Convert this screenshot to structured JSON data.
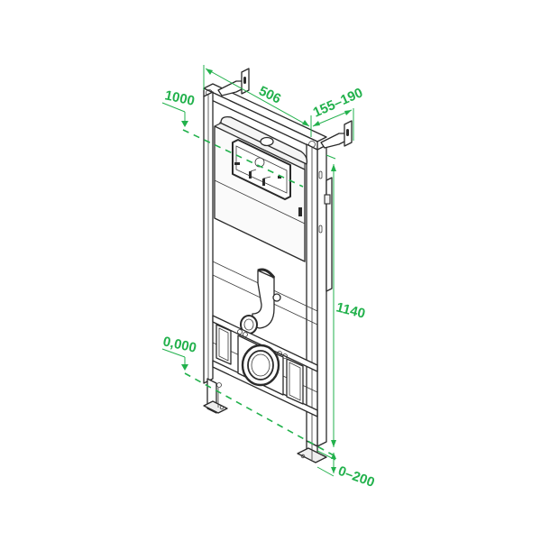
{
  "drawing": {
    "subject": "wall-hung toilet installation frame (pre-wall element) with concealed cistern",
    "accent_color": "#22b14c",
    "line_color": "#2a2a2a"
  },
  "dimensions": {
    "width": "506",
    "wall_distance": "155–190",
    "height": "1140",
    "foot_adjust": "0–200",
    "level_upper": "1000",
    "level_floor": "0,000"
  }
}
